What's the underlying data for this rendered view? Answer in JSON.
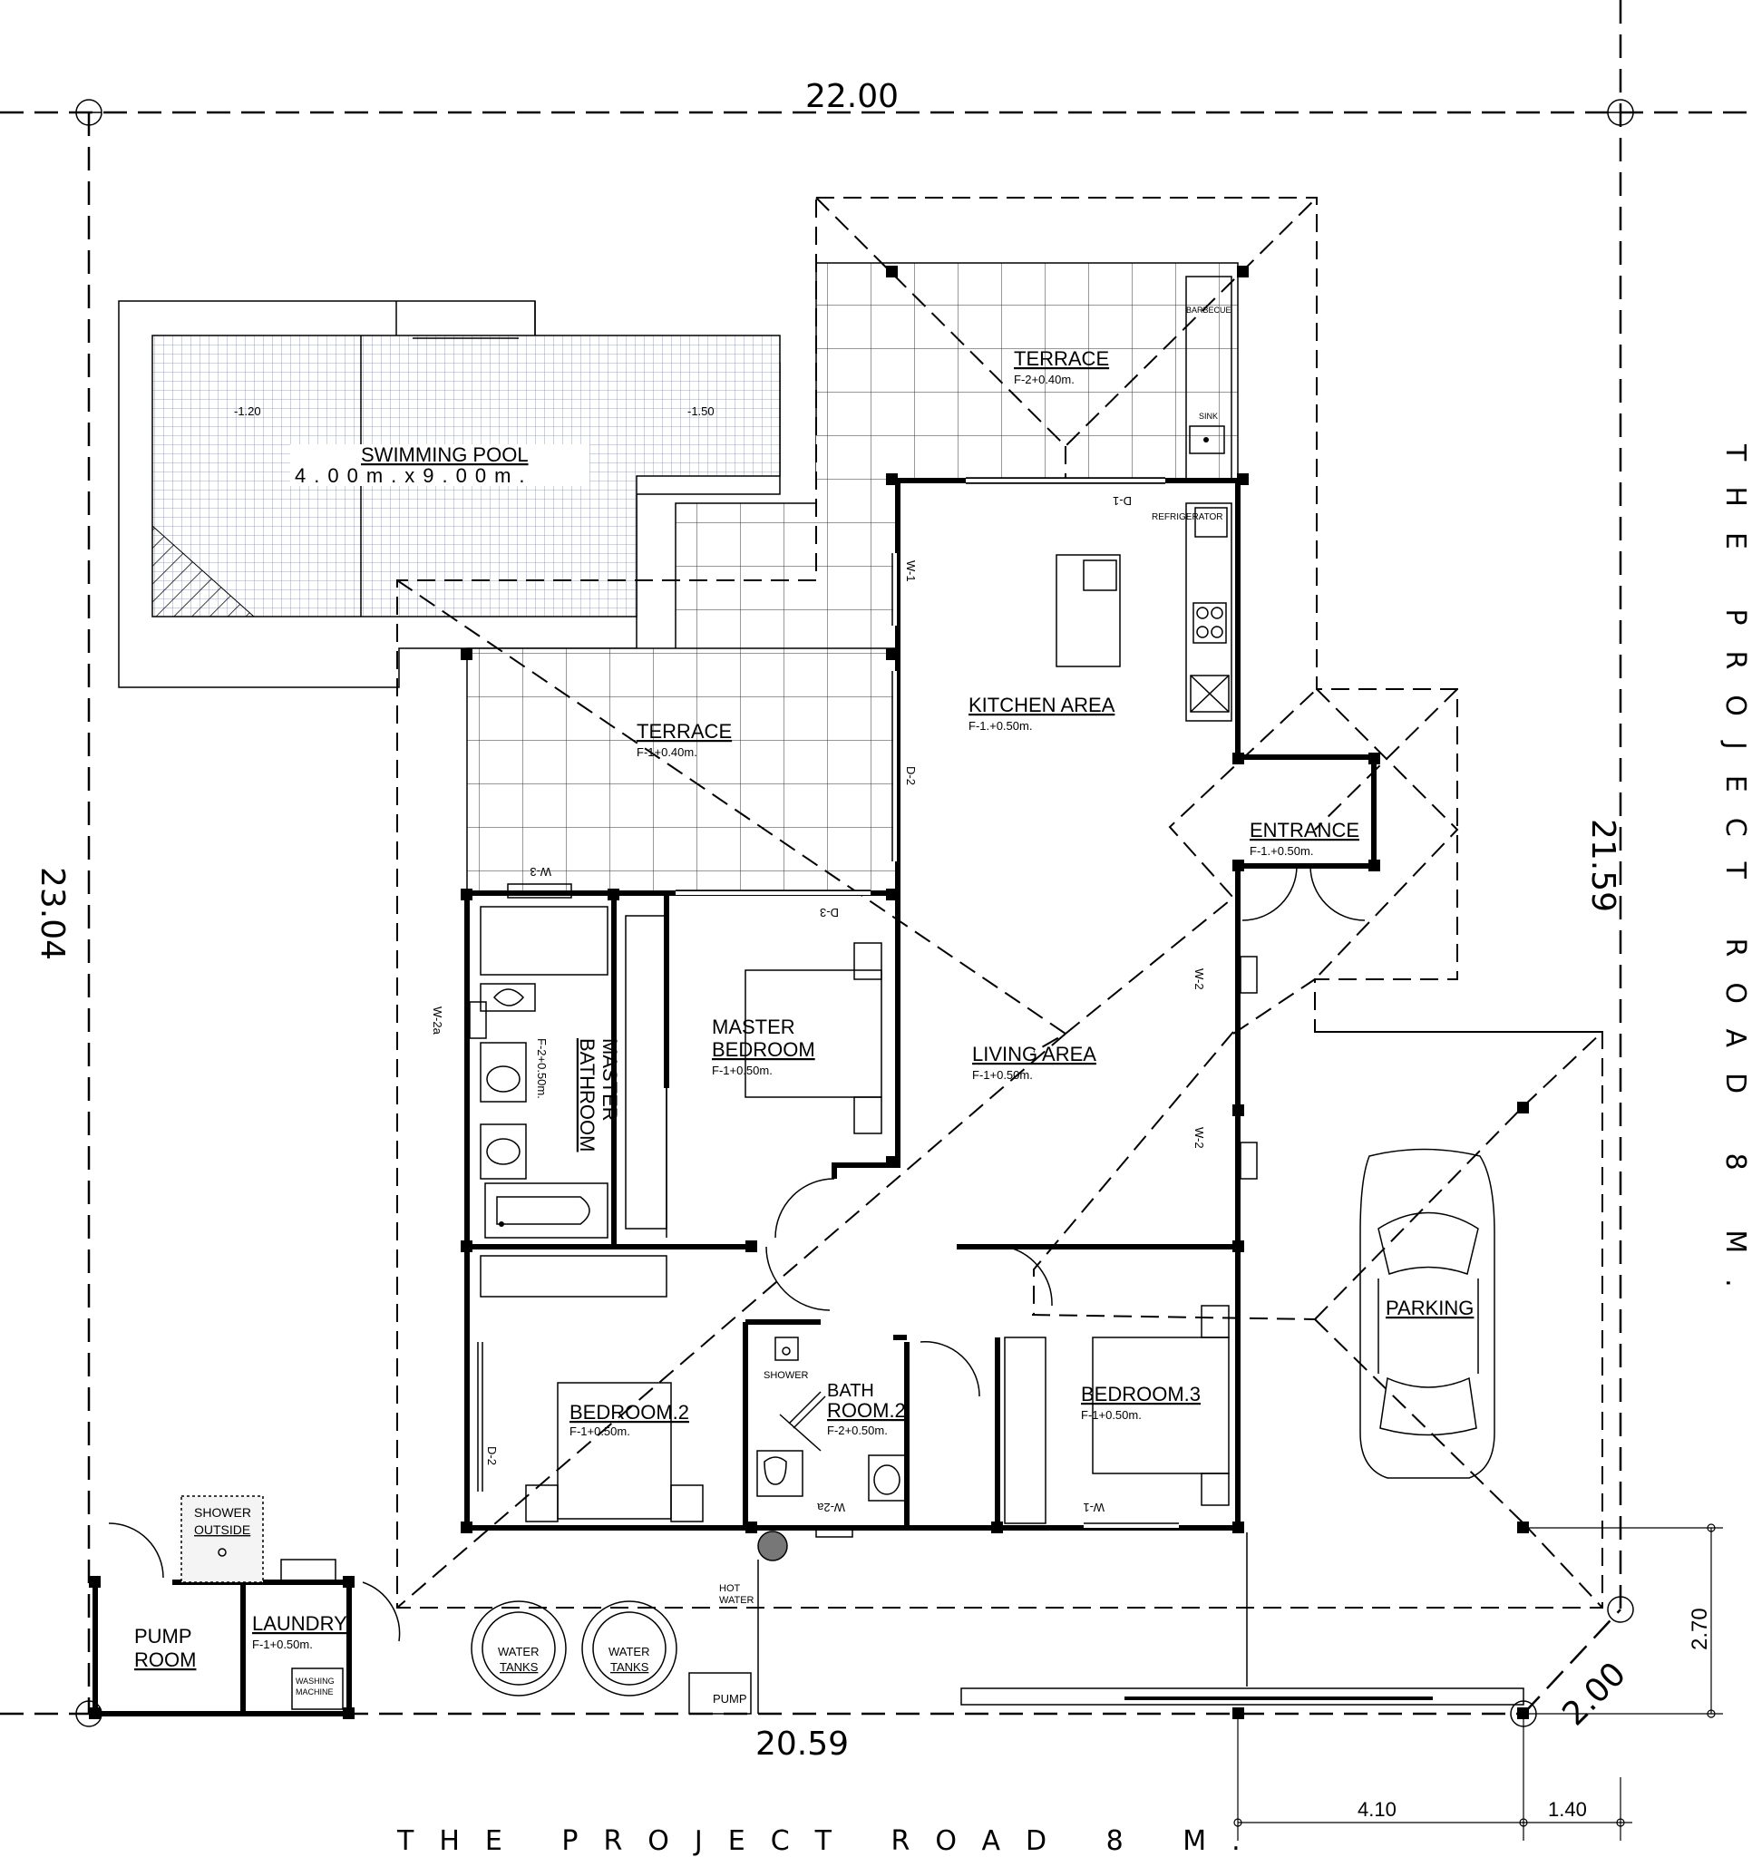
{
  "dimensions": {
    "top_width": "22.00",
    "bottom_width": "20.59",
    "left_depth": "23.04",
    "right_depth": "21.59",
    "right_offset": "2.70",
    "corner_diag": "2.00",
    "bottom_seg_left": "4.10",
    "bottom_seg_right": "1.40"
  },
  "roads": {
    "bottom": "THE PROJECT ROAD 8 M.",
    "right": "THE PROJECT ROAD 8 M."
  },
  "pool": {
    "title": "SWIMMING POOL",
    "size": "4.00m.x9.00m.",
    "depth_left": "-1.20",
    "depth_right": "-1.50"
  },
  "rooms": {
    "terrace_top": {
      "name": "TERRACE",
      "level": "F-2+0.40m."
    },
    "terrace_mid": {
      "name": "TERRACE",
      "level": "F-1+0.40m."
    },
    "kitchen": {
      "name": "KITCHEN AREA",
      "level": "F-1.+0.50m."
    },
    "entrance": {
      "name": "ENTRANCE",
      "level": "F-1.+0.50m."
    },
    "living": {
      "name": "LIVING AREA",
      "level": "F-1+0.50m."
    },
    "master_bedroom": {
      "name": "MASTER BEDROOM",
      "line1": "MASTER",
      "line2": "BEDROOM",
      "level": "F-1+0.50m."
    },
    "master_bathroom": {
      "line1": "MASTER",
      "line2": "BATHROOM",
      "level": "F-2+0.50m."
    },
    "bedroom2": {
      "name": "BEDROOM.2",
      "level": "F-1+0.50m."
    },
    "bathroom2": {
      "line1": "BATH",
      "line2": "ROOM.2",
      "level": "F-2+0.50m."
    },
    "bedroom3": {
      "name": "BEDROOM.3",
      "level": "F-1+0.50m."
    },
    "parking": {
      "name": "PARKING"
    },
    "pump_room": {
      "line1": "PUMP",
      "line2": "ROOM"
    },
    "laundry": {
      "name": "LAUNDRY",
      "level": "F-1+0.50m."
    }
  },
  "fixtures": {
    "barbecue": "BARBECUE",
    "sink": "SINK",
    "refrigerator": "REFRIGERATOR",
    "shower": "SHOWER",
    "shower_outside_1": "SHOWER",
    "shower_outside_2": "OUTSIDE",
    "washing_1": "WASHING",
    "washing_2": "MACHINE",
    "hot_water_1": "HOT",
    "hot_water_2": "WATER",
    "water_tank_1": "WATER",
    "water_tank_2": "TANKS",
    "pump": "PUMP"
  },
  "openings": {
    "d1": "D-1",
    "d2_kitchen": "D-2",
    "d2_bed2": "D-2",
    "d3": "D-3",
    "w1_kitchen": "W-1",
    "w1_bed3": "W-1",
    "w2_upper": "W-2",
    "w2_lower": "W-2",
    "w2a_master": "W-2a",
    "w2a_bath2": "W-2a",
    "w3": "W-3"
  }
}
